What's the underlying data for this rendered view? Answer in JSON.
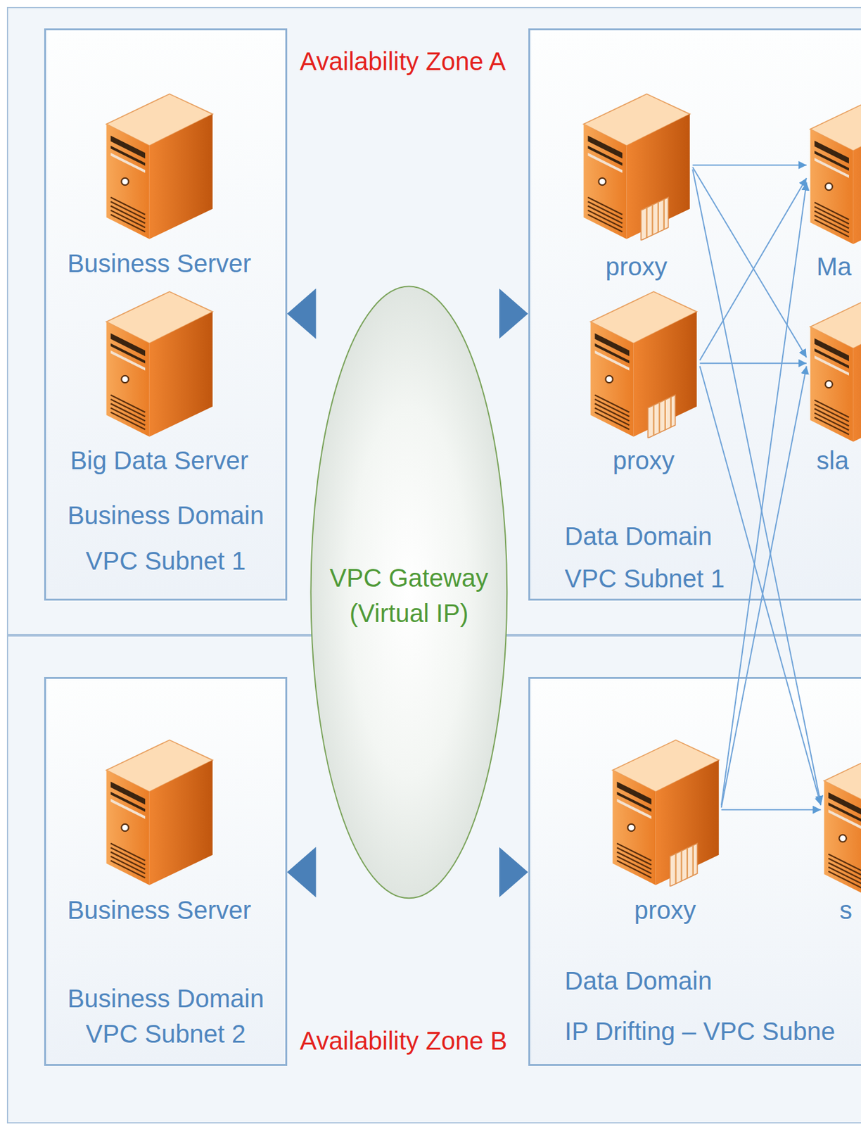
{
  "diagram": {
    "nodes": [
      {
        "text": [
          "Availability Zone A"
        ]
      },
      {
        "text": [
          "Business Domain",
          "VPC Subnet 1"
        ],
        "in": 0
      },
      {
        "text": [
          "Business Server"
        ],
        "in": 1
      },
      {
        "text": [
          "Big Data Server"
        ],
        "in": 1
      },
      {
        "text": [
          "Data Domain",
          "VPC Subnet 1"
        ],
        "in": 0
      },
      {
        "text": [
          "proxy"
        ],
        "in": 4
      },
      {
        "text": [
          "proxy"
        ],
        "in": 4
      },
      {
        "text": [
          "Ma"
        ],
        "in": 4
      },
      {
        "text": [
          "sla"
        ],
        "in": 4
      },
      {
        "text": [
          "Availability Zone B"
        ]
      },
      {
        "text": [
          "Business Domain",
          "VPC Subnet 2"
        ],
        "in": 9
      },
      {
        "text": [
          "Business Server"
        ],
        "in": 10
      },
      {
        "text": [
          "Data Domain",
          "IP Drifting – VPC Subne"
        ],
        "in": 9
      },
      {
        "text": [
          "proxy"
        ],
        "in": 12
      },
      {
        "text": [
          "s"
        ],
        "in": 12
      },
      {
        "text": [
          "VPC Gateway (Virtual IP)"
        ]
      }
    ],
    "edges": [
      {
        "from": 1,
        "to": 4,
        "arrow": "both"
      },
      {
        "from": 10,
        "to": 12,
        "arrow": "both"
      },
      {
        "from": 5,
        "to": 7,
        "arrow": "to"
      },
      {
        "from": 5,
        "to": 8,
        "arrow": "to"
      },
      {
        "from": 5,
        "to": 14,
        "arrow": "to"
      },
      {
        "from": 6,
        "to": 7,
        "arrow": "to"
      },
      {
        "from": 6,
        "to": 8,
        "arrow": "to"
      },
      {
        "from": 6,
        "to": 14,
        "arrow": "to"
      },
      {
        "from": 13,
        "to": 7,
        "arrow": "to"
      },
      {
        "from": 13,
        "to": 8,
        "arrow": "to"
      },
      {
        "from": 13,
        "to": 14,
        "arrow": "to"
      }
    ]
  }
}
